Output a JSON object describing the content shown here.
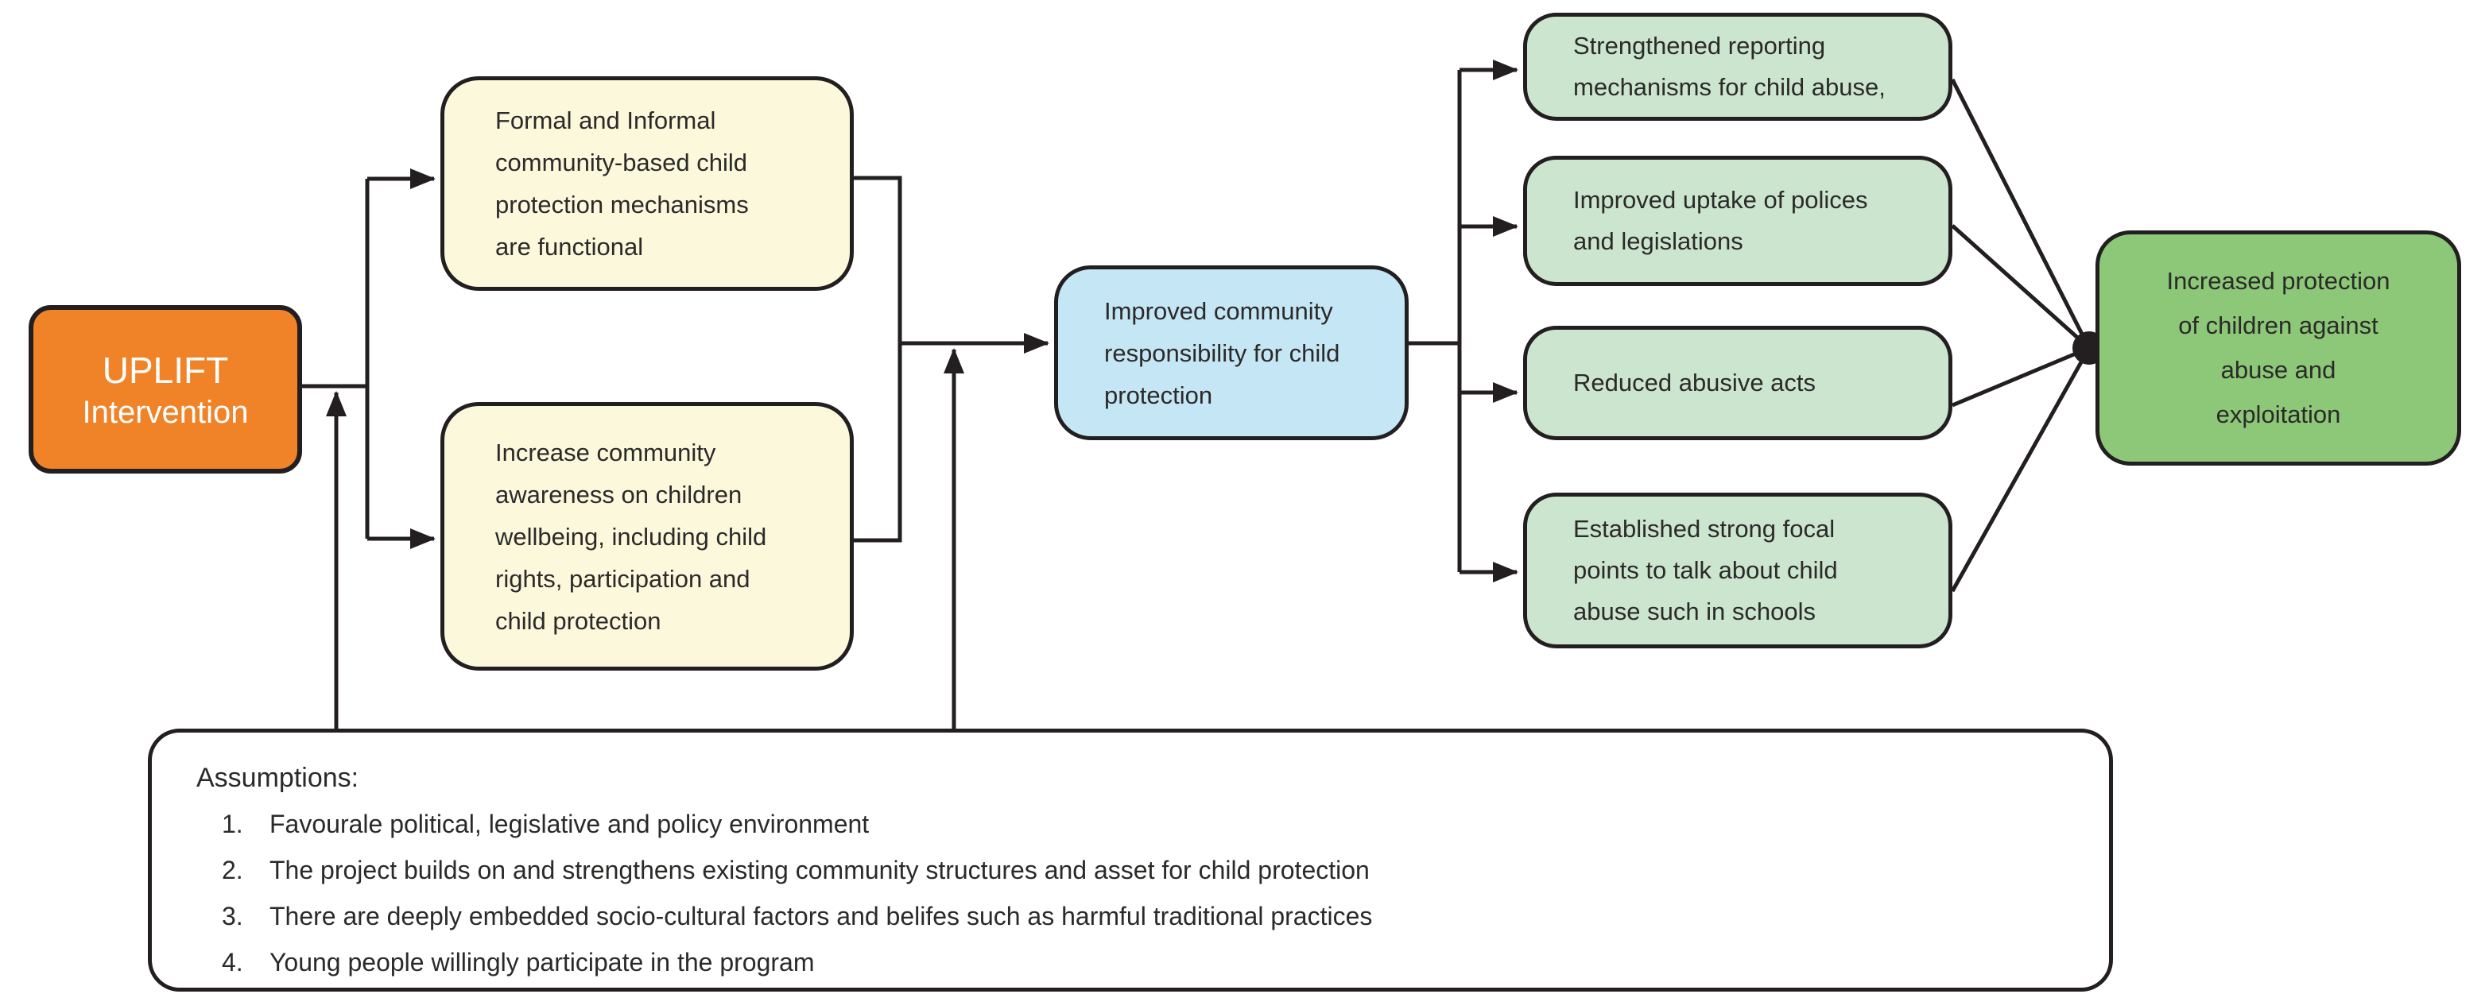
{
  "colors": {
    "border": "#231f20",
    "text": "#2b2a29",
    "intervention_fill": "#f08228",
    "output_fill": "#fbf8dc",
    "outcome_fill": "#c5e6f5",
    "result_fill": "#cbe5ce",
    "impact_fill": "#8cc878",
    "assumptions_fill": "#ffffff"
  },
  "nodes": {
    "intervention": {
      "title": "UPLIFT",
      "subtitle": "Intervention"
    },
    "output1": {
      "text": "Formal and Informal\ncommunity-based child\nprotection mechanisms\nare functional"
    },
    "output2": {
      "text": "Increase community\nawareness on children\nwellbeing, including child\nrights, participation and\nchild protection"
    },
    "outcome": {
      "text": "Improved community\nresponsibility for child\nprotection"
    },
    "result1": {
      "text": "Strengthened reporting\nmechanisms for child abuse,"
    },
    "result2": {
      "text": "Improved uptake of polices\nand legislations"
    },
    "result3": {
      "text": "Reduced abusive acts"
    },
    "result4": {
      "text": "Established strong focal\npoints to talk about child\nabuse such in schools"
    },
    "impact": {
      "text": "Increased protection\nof children against\nabuse and\nexploitation"
    }
  },
  "assumptions": {
    "title": "Assumptions:",
    "items": [
      {
        "number": "1.",
        "text": "Favourale political, legislative and policy environment"
      },
      {
        "number": "2.",
        "text": "The project builds on and strengthens existing community structures and asset for child protection"
      },
      {
        "number": "3.",
        "text": "There are deeply embedded socio-cultural factors and belifes such as harmful traditional practices"
      },
      {
        "number": "4.",
        "text": "Young people willingly participate in the program"
      }
    ]
  }
}
